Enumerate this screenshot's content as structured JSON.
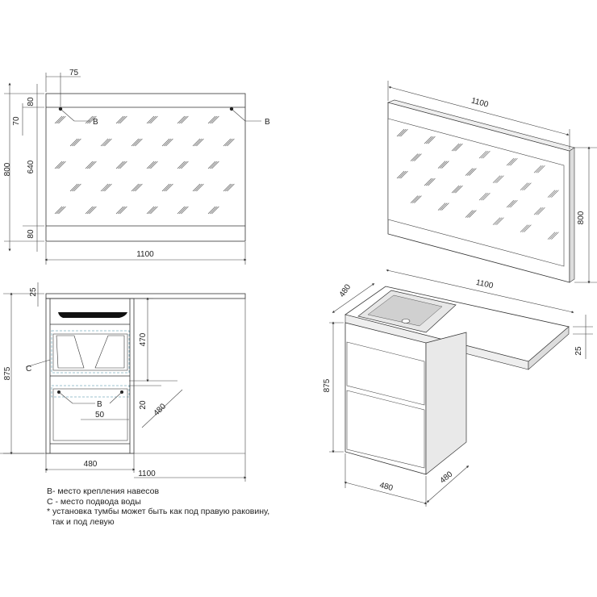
{
  "dimensions": {
    "mirror_width_top_offset": "75",
    "mirror_frame_top": "80",
    "mirror_hanger_offset": "70",
    "mirror_height": "800",
    "mirror_glass_height": "640",
    "mirror_frame_bottom": "80",
    "mirror_width": "1100",
    "hanger_label_left": "B",
    "hanger_label_right": "B",
    "front_top_thickness": "25",
    "front_drawer_height": "470",
    "front_total_height": "875",
    "front_hanger_offset": "20",
    "front_depth": "480",
    "front_hanger_spacing": "50",
    "front_hanger_label": "B",
    "front_water_label": "C",
    "front_cabinet_width": "480",
    "front_total_width": "1100",
    "iso_mirror_width": "1100",
    "iso_mirror_height": "800",
    "iso_top_depth": "480",
    "iso_top_width": "1100",
    "iso_top_thickness": "25",
    "iso_cabinet_height": "875",
    "iso_cabinet_width": "480",
    "iso_cabinet_depth": "480"
  },
  "legend": {
    "line1": "B- место крепления навесов",
    "line2": "C - место подвода воды",
    "line3": "* установка тумбы может быть как под правую раковину,",
    "line4": "так и под левую"
  }
}
